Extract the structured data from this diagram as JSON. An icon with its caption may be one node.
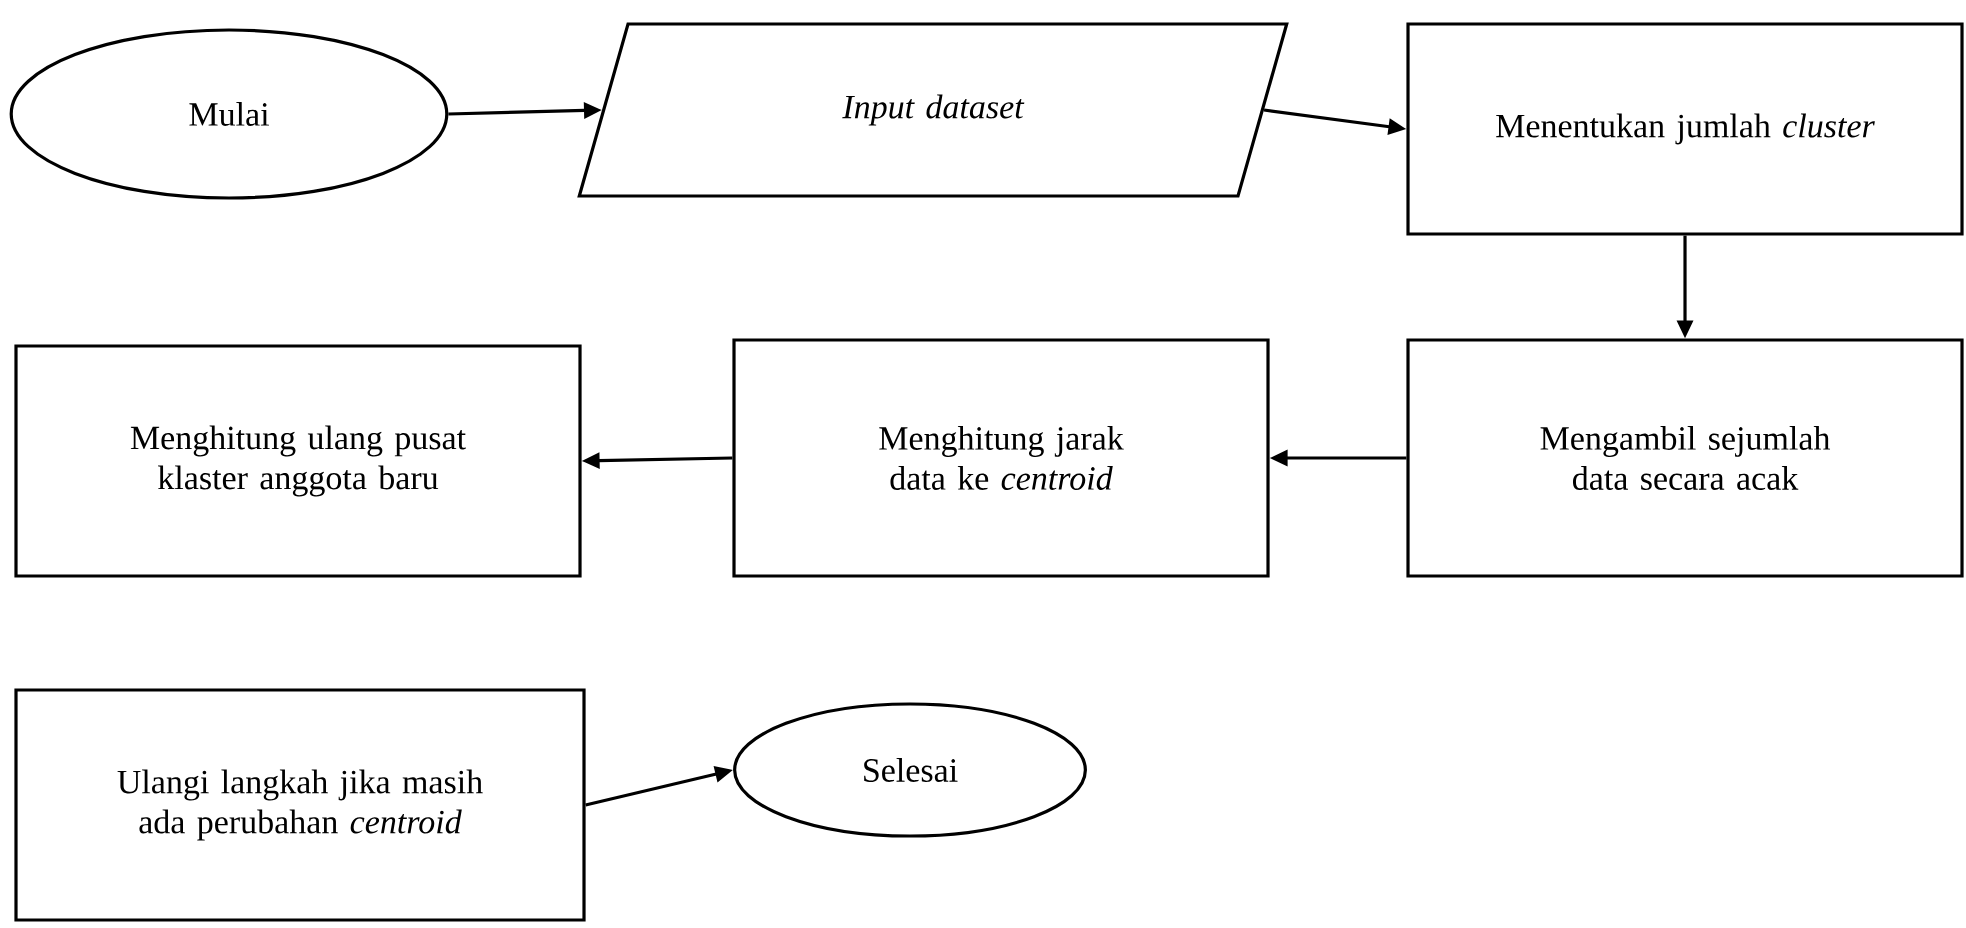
{
  "diagram": {
    "nodes": [
      {
        "text": [
          "Mulai"
        ]
      },
      {
        "text": [
          "Input dataset"
        ]
      },
      {
        "text": [
          "Menentukan jumlah *cluster*"
        ]
      },
      {
        "text": [
          "Mengambil sejumlah data secara acak"
        ]
      },
      {
        "text": [
          "Menghitung jarak data ke *centroid*"
        ]
      },
      {
        "text": [
          "Menghitung ulang pusat klaster anggota baru"
        ]
      },
      {
        "text": [
          "Ulangi langkah jika masih ada perubahan *centroid*"
        ]
      },
      {
        "text": [
          "Selesai"
        ]
      }
    ],
    "edges": [
      {
        "from": 0,
        "to": 1,
        "arrow": "to"
      },
      {
        "from": 1,
        "to": 2,
        "arrow": "to"
      },
      {
        "from": 2,
        "to": 3,
        "arrow": "to"
      },
      {
        "from": 3,
        "to": 4,
        "arrow": "to"
      },
      {
        "from": 4,
        "to": 5,
        "arrow": "to"
      },
      {
        "from": 6,
        "to": 7,
        "arrow": "to"
      }
    ]
  }
}
